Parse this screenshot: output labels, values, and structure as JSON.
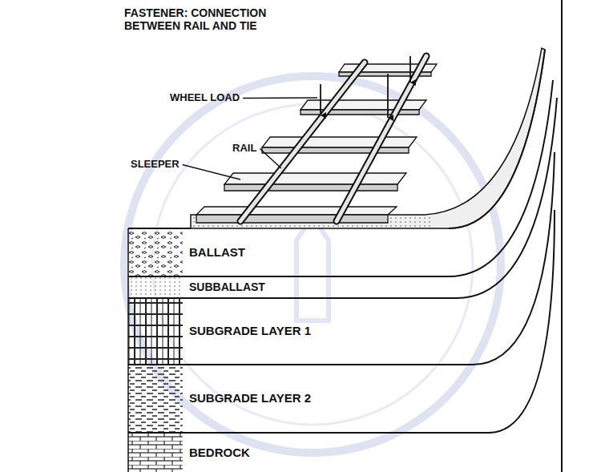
{
  "diagram": {
    "labels": [
      "FASTENER: CONNECTION BETWEEN RAIL AND TIE",
      "WHEEL LOAD",
      "RAIL",
      "SLEEPER",
      "BALLAST",
      "SUBBALLAST",
      "SUBGRADE LAYER 1",
      "SUBGRADE LAYER 2",
      "BEDROCK"
    ]
  }
}
